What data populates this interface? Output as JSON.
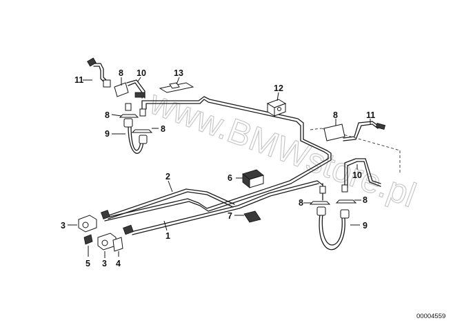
{
  "diagram": {
    "watermark": "www.BMWstore.pl",
    "reference_number": "00004559",
    "callouts": {
      "c1": "1",
      "c2": "2",
      "c3a": "3",
      "c3b": "3",
      "c4": "4",
      "c5": "5",
      "c6": "6",
      "c7": "7",
      "c8a": "8",
      "c8b": "8",
      "c8c": "8",
      "c8d": "8",
      "c8e": "8",
      "c8f": "8",
      "c9a": "9",
      "c9b": "9",
      "c10a": "10",
      "c10b": "10",
      "c11a": "11",
      "c11b": "11",
      "c12": "12",
      "c13": "13"
    }
  }
}
